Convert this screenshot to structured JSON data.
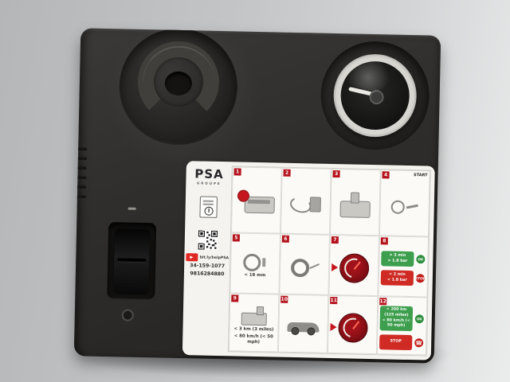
{
  "scene": {
    "description": "Black portable tyre inflator compressor kit with pressure gauge, rocker power switch and instruction sticker, photographed on a light grey background",
    "background_color": "#c2c4c6",
    "device_color": "#2d2b29"
  },
  "device": {
    "icons": {
      "cradle": "hose-cradle",
      "gauge": "pressure-gauge",
      "switch": "power-rocker-switch",
      "vents": "side-vents"
    }
  },
  "label": {
    "brand": {
      "name": "PSA",
      "sub": "GROUPE"
    },
    "info_glyph": "i",
    "link": "bit.ly/helpPSA",
    "part_numbers": [
      "34-159-1077",
      "9816284880"
    ],
    "colors": {
      "badge_red": "#b5131d",
      "ok_green": "#3d9e4d",
      "stop_red": "#cf2b24",
      "gauge_red": "#8e1117"
    },
    "cells": [
      {
        "num": "1",
        "kind": "unpack"
      },
      {
        "num": "2",
        "kind": "cables"
      },
      {
        "num": "3",
        "kind": "install"
      },
      {
        "num": "4",
        "kind": "start",
        "corner": "START"
      },
      {
        "num": "5",
        "kind": "valve",
        "lines": [
          "< 18 mm"
        ]
      },
      {
        "num": "6",
        "kind": "hose"
      },
      {
        "num": "7",
        "kind": "gauge"
      },
      {
        "num": "8",
        "kind": "status",
        "green": [
          "> 3 min",
          "> 1.8 bar"
        ],
        "green_label": "OK",
        "red": [
          "< 2 min",
          "< 1.8 bar"
        ],
        "red_label": "STOP"
      },
      {
        "num": "9",
        "kind": "drive",
        "lines": [
          "< 3 km (3 miles)",
          "< 80 km/h (< 50 mph)"
        ]
      },
      {
        "num": "10",
        "kind": "car"
      },
      {
        "num": "11",
        "kind": "gauge"
      },
      {
        "num": "12",
        "kind": "status",
        "green": [
          "< 200 km (125 miles)",
          "< 80 km/h (< 50 mph)"
        ],
        "green_label": "OK",
        "red": [
          "STOP"
        ],
        "red_label": "☎"
      }
    ]
  }
}
